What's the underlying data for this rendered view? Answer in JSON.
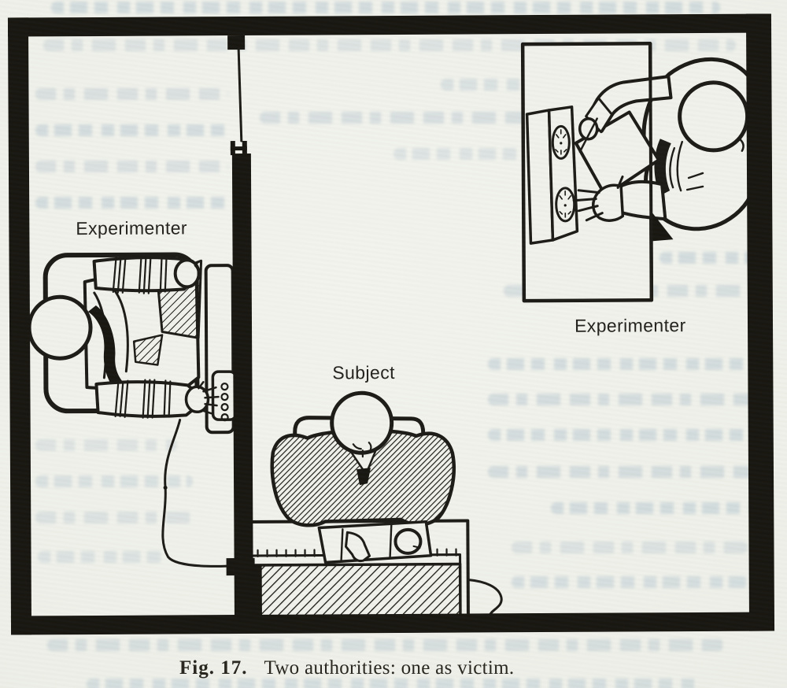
{
  "figure": {
    "illustration_alt": "Plan view of experiment room: one experimenter strapped in a chair at an answer box in a small left chamber, the subject seated at a shock-generator table, and a second experimenter standing at an instrument table with two dials",
    "labels": {
      "left_experimenter": "Experimenter",
      "right_experimenter": "Experimenter",
      "subject": "Subject"
    },
    "caption": {
      "fig_label": "Fig. 17.",
      "text": "Two authorities: one as victim."
    },
    "colors": {
      "paper": "#eff0ea",
      "ink": "#17150f",
      "bleedthrough": "#9cb2c4"
    }
  }
}
